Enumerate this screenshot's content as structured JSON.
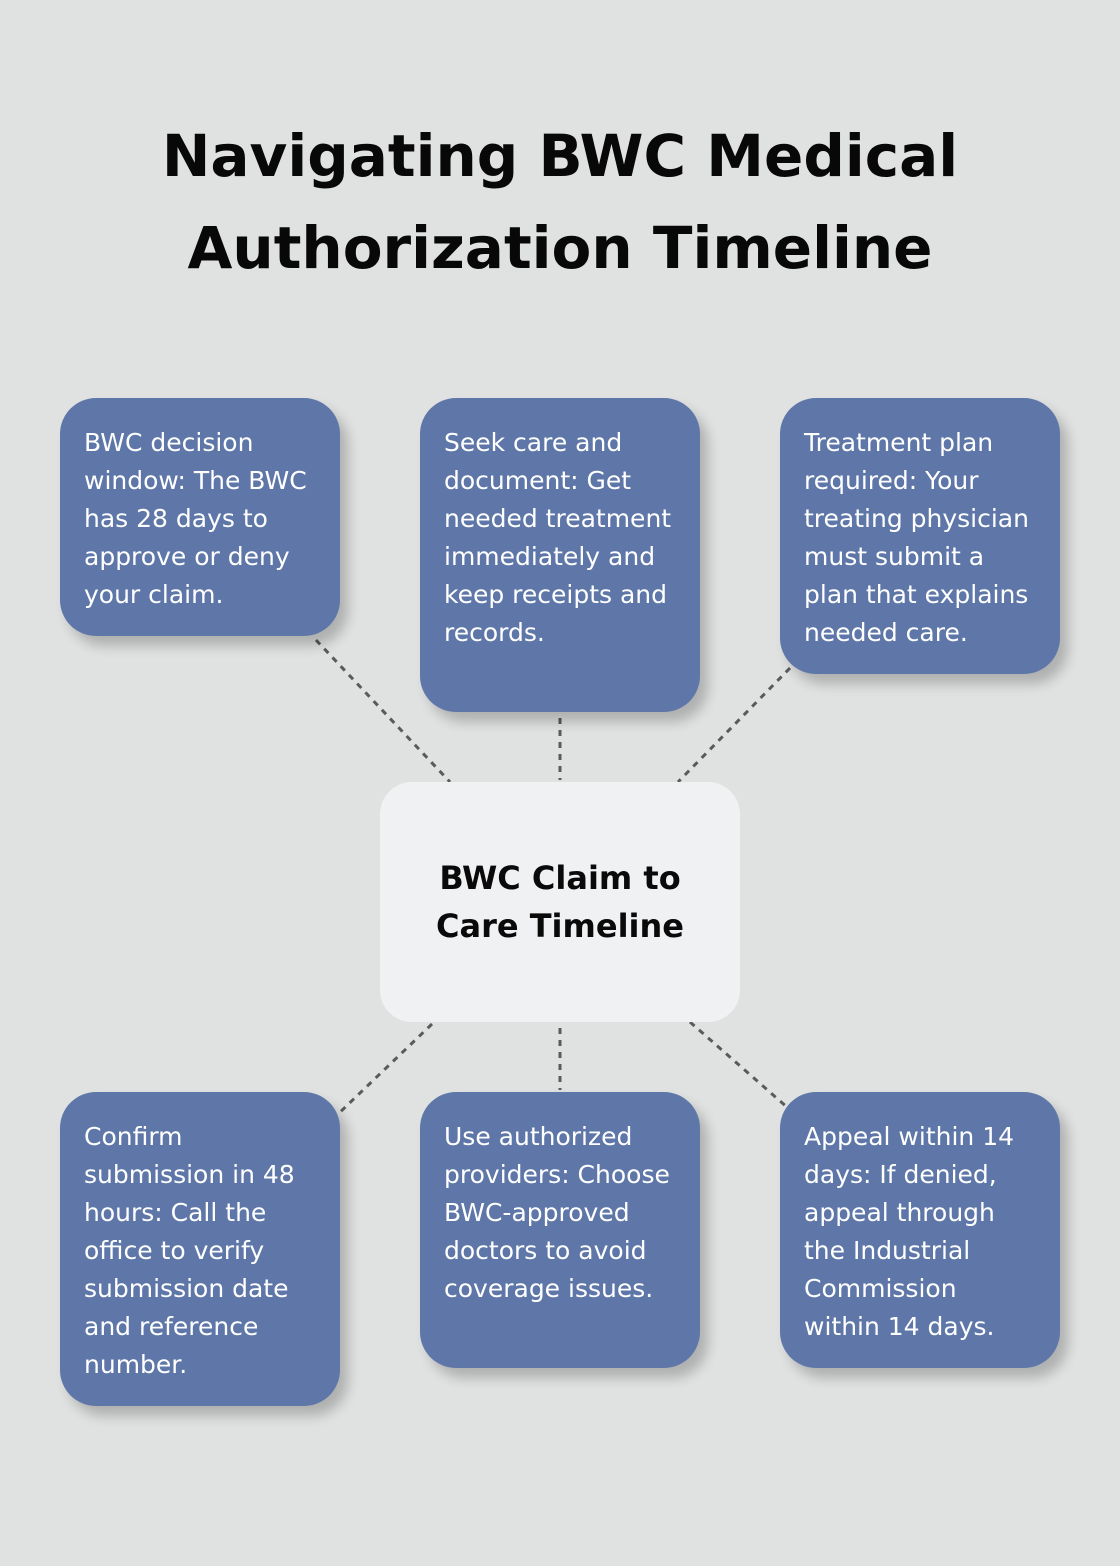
{
  "title": {
    "line1": "Navigating BWC Medical",
    "line2": "Authorization Timeline"
  },
  "center": {
    "line1": "BWC Claim to",
    "line2": "Care Timeline"
  },
  "cards": [
    {
      "text": "BWC decision window: The BWC has 28 days to approve or deny your claim."
    },
    {
      "text": "Seek care and document: Get needed treatment immediately and keep receipts and records."
    },
    {
      "text": "Treatment plan required: Your treating physician must submit a plan that explains needed care."
    },
    {
      "text": "Confirm submission in 48 hours: Call the office to verify submission date and reference number."
    },
    {
      "text": "Use authorized providers: Choose BWC-approved doctors to avoid coverage issues."
    },
    {
      "text": "Appeal within 14 days: If denied, appeal through the Industrial Commission within 14 days."
    }
  ],
  "colors": {
    "background": "#e0e2e1",
    "card": "#5e77a8",
    "center": "#f0f1f3",
    "connector": "#5a5a5a"
  }
}
